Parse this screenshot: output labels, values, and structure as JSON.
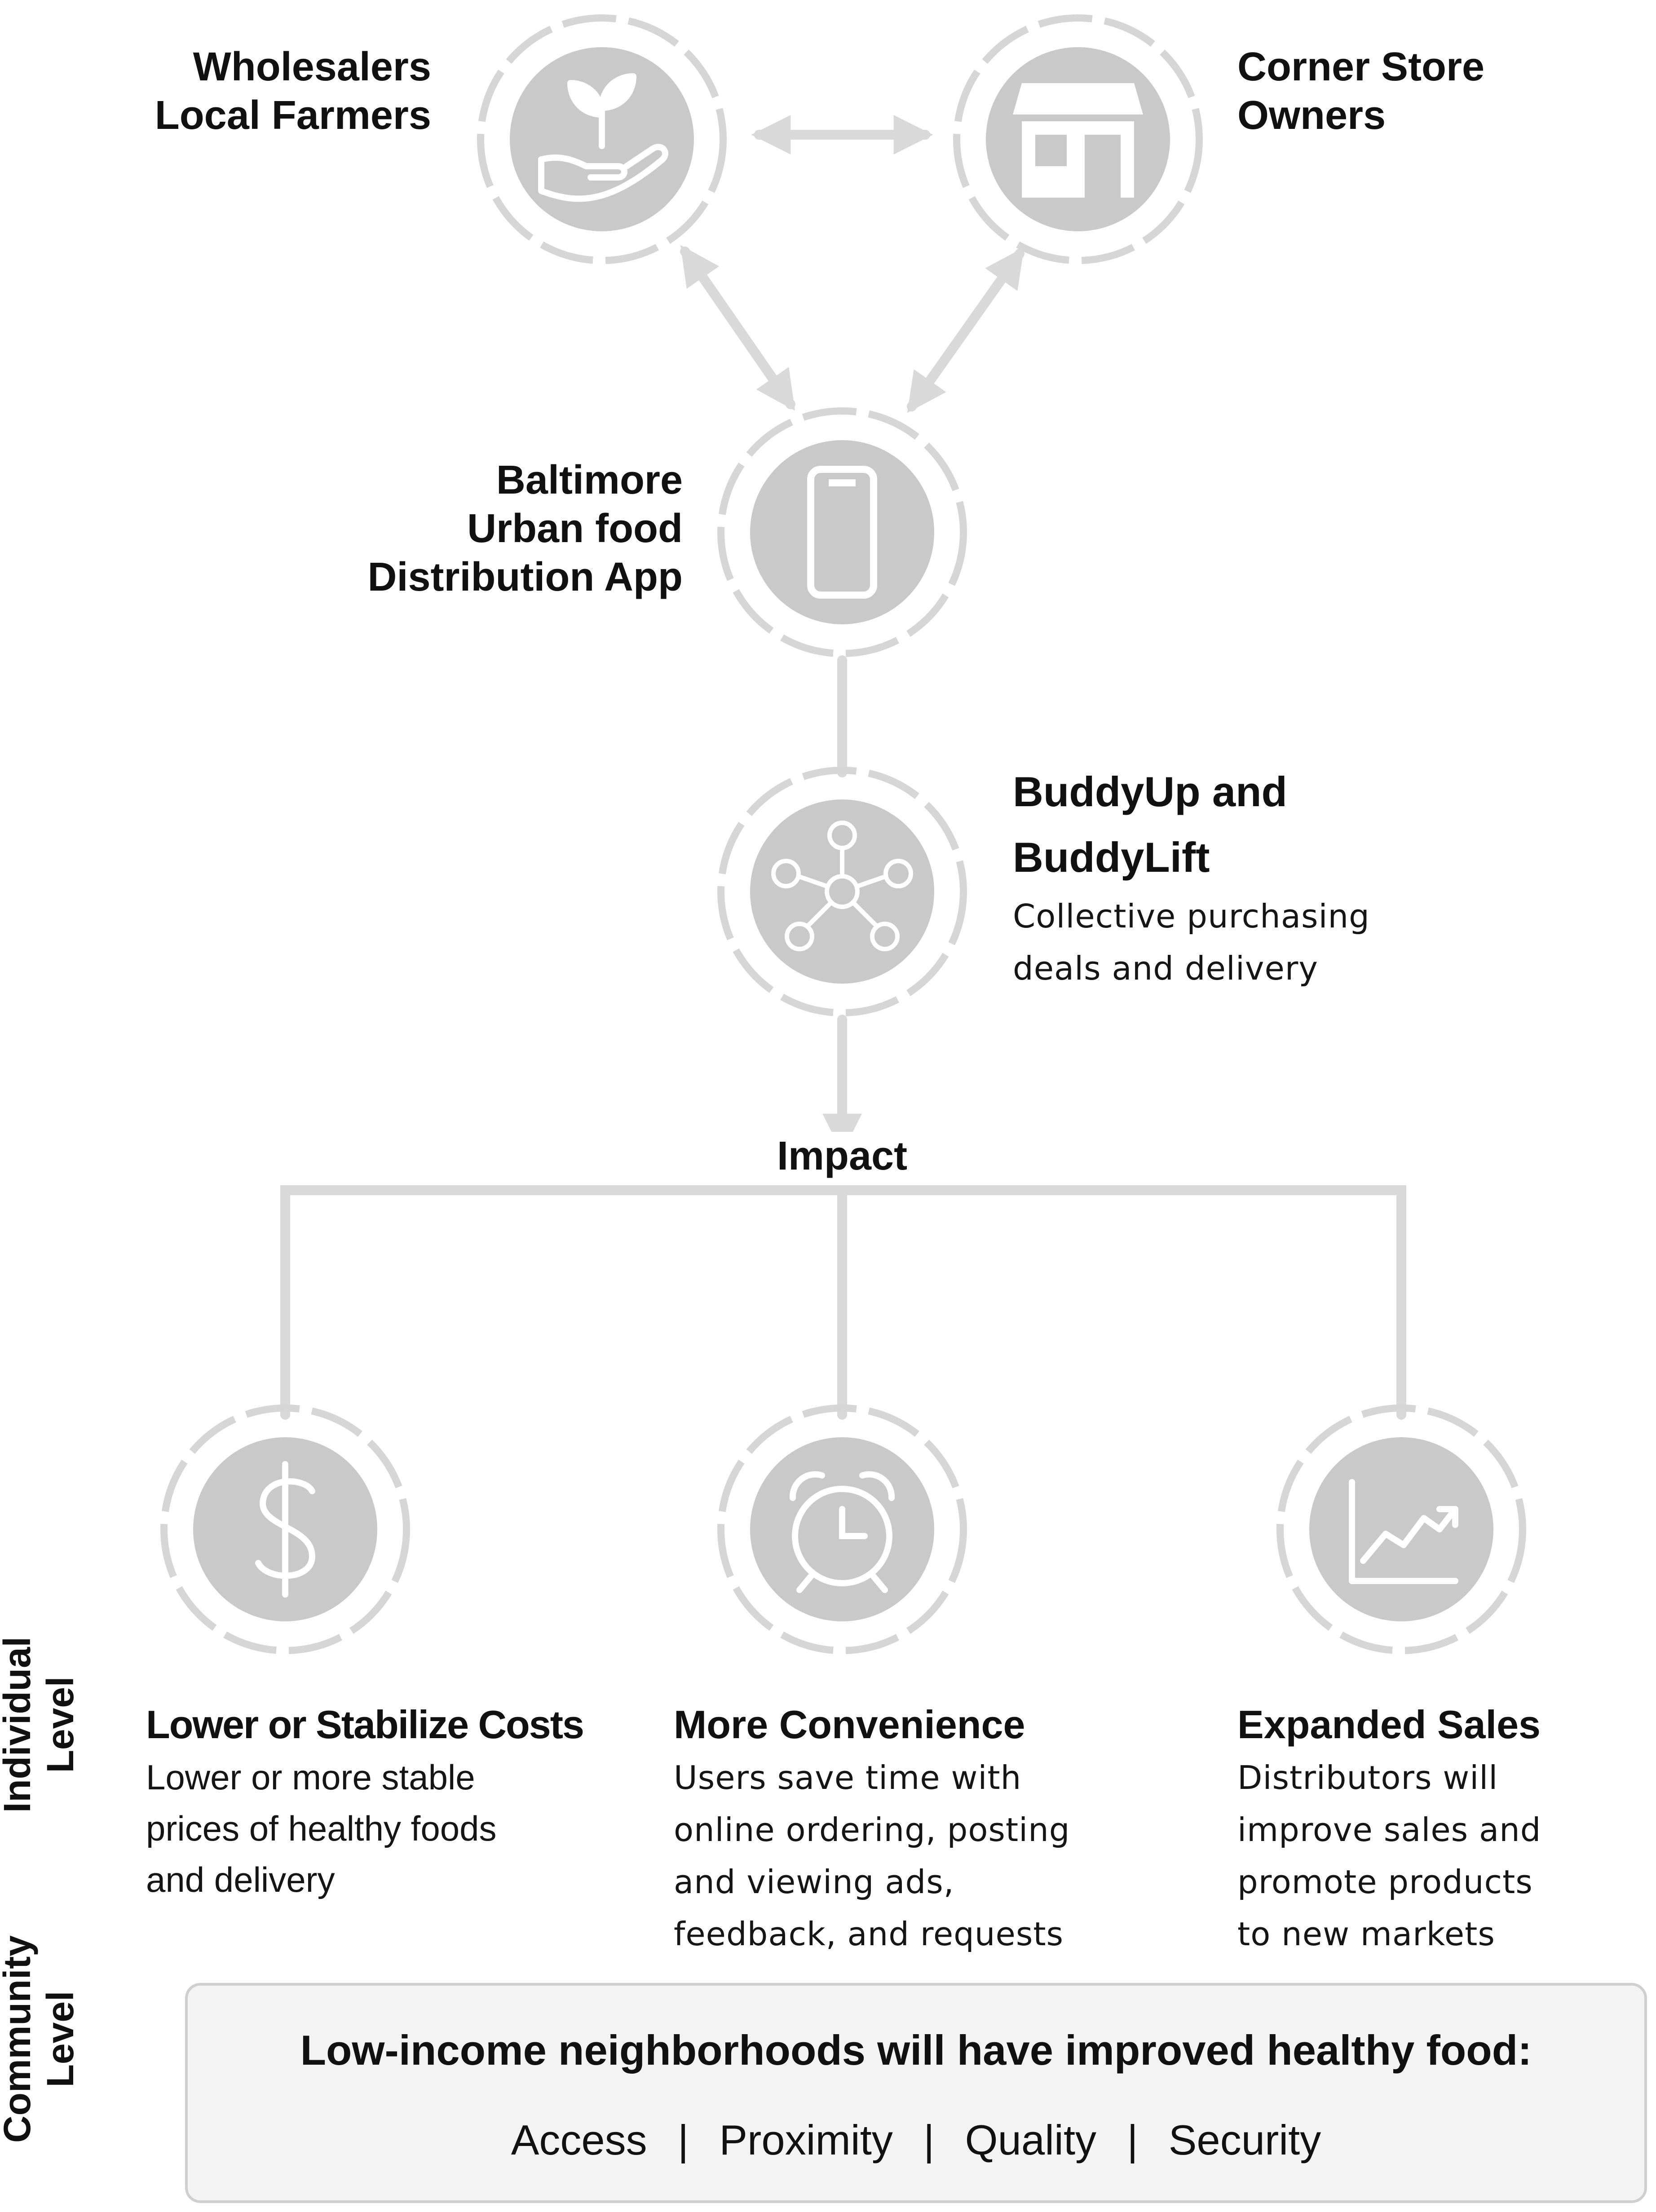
{
  "colors": {
    "node_ring": "#d6d6d6",
    "node_fill": "#c9c9c9",
    "icon": "#ffffff",
    "connector": "#d9d9d9",
    "box_bg": "#f3f3f3",
    "box_border": "#cfcfcf"
  },
  "nodes": {
    "wholesalers": {
      "label_line1": "Wholesalers",
      "label_line2": "Local Farmers",
      "icon": "plant-hand-icon"
    },
    "corner_store": {
      "label_line1": "Corner Store",
      "label_line2": "Owners",
      "icon": "storefront-icon"
    },
    "app": {
      "label_line1": "Baltimore",
      "label_line2": "Urban food",
      "label_line3": "Distribution App",
      "icon": "smartphone-icon"
    },
    "buddy": {
      "title_line1": "BuddyUp and",
      "title_line2": "BuddyLift",
      "desc_line1": "Collective purchasing",
      "desc_line2": "deals and delivery",
      "icon": "network-icon"
    }
  },
  "impact_label": "Impact",
  "impacts": [
    {
      "icon": "dollar-icon",
      "title": "Lower or Stabilize Costs",
      "lines": [
        "Lower or more stable",
        "prices of healthy foods",
        "and delivery"
      ]
    },
    {
      "icon": "alarm-clock-icon",
      "title": "More Convenience",
      "lines": [
        "Users save time with",
        "online ordering, posting",
        "and viewing ads,",
        "feedback, and requests"
      ]
    },
    {
      "icon": "chart-growth-icon",
      "title": "Expanded Sales",
      "lines": [
        "Distributors will",
        "improve sales and",
        "promote products",
        "to new markets"
      ]
    }
  ],
  "levels": {
    "individual_line1": "Individual",
    "individual_line2": "Level",
    "community_line1": "Community",
    "community_line2": "Level"
  },
  "community": {
    "title": "Low-income neighborhoods will have improved healthy food:",
    "items": [
      "Access",
      "Proximity",
      "Quality",
      "Security"
    ],
    "separator": "|"
  }
}
